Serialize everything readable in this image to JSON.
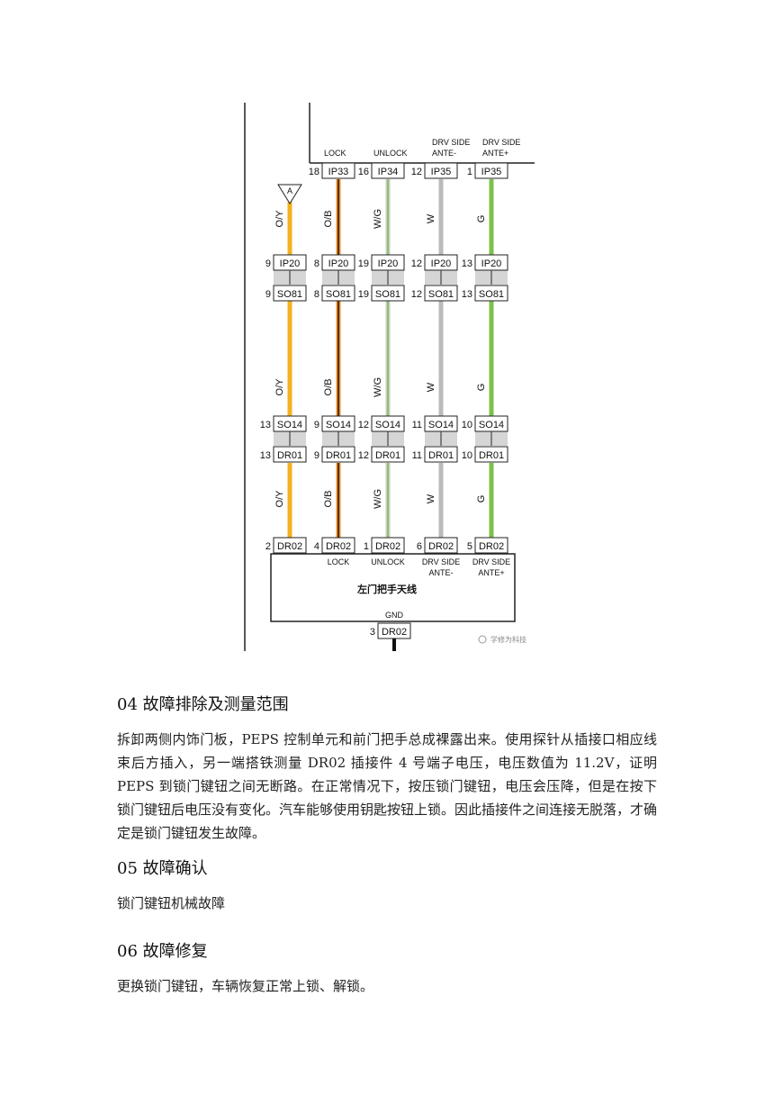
{
  "diagram": {
    "top_labels": [
      {
        "line1": "",
        "line2": "LOCK"
      },
      {
        "line1": "",
        "line2": "UNLOCK"
      },
      {
        "line1": "DRV SIDE",
        "line2": "ANTE-"
      },
      {
        "line1": "DRV SIDE",
        "line2": "ANTE+"
      }
    ],
    "top_connectors": [
      {
        "pin": "18",
        "name": "IP33"
      },
      {
        "pin": "16",
        "name": "IP34"
      },
      {
        "pin": "12",
        "name": "IP35"
      },
      {
        "pin": "1",
        "name": "IP35"
      }
    ],
    "ref_marker": "A",
    "wires": [
      {
        "code": "O/Y",
        "color": "#f5b21f",
        "stripe": "#f5b21f"
      },
      {
        "code": "O/B",
        "color": "#f08c1e",
        "stripe": "#222222"
      },
      {
        "code": "W/G",
        "color": "#cccccc",
        "stripe": "#7cc24a"
      },
      {
        "code": "W",
        "color": "#bbbbbb",
        "stripe": "#bbbbbb"
      },
      {
        "code": "G",
        "color": "#7cc24a",
        "stripe": "#7cc24a"
      }
    ],
    "row_ip20": [
      {
        "pin": "9",
        "name": "IP20"
      },
      {
        "pin": "8",
        "name": "IP20"
      },
      {
        "pin": "19",
        "name": "IP20"
      },
      {
        "pin": "12",
        "name": "IP20"
      },
      {
        "pin": "13",
        "name": "IP20"
      }
    ],
    "row_so81": [
      {
        "pin": "9",
        "name": "SO81"
      },
      {
        "pin": "8",
        "name": "SO81"
      },
      {
        "pin": "19",
        "name": "SO81"
      },
      {
        "pin": "12",
        "name": "SO81"
      },
      {
        "pin": "13",
        "name": "SO81"
      }
    ],
    "row_so14": [
      {
        "pin": "13",
        "name": "SO14"
      },
      {
        "pin": "9",
        "name": "SO14"
      },
      {
        "pin": "12",
        "name": "SO14"
      },
      {
        "pin": "11",
        "name": "SO14"
      },
      {
        "pin": "10",
        "name": "SO14"
      }
    ],
    "row_dr01": [
      {
        "pin": "13",
        "name": "DR01"
      },
      {
        "pin": "9",
        "name": "DR01"
      },
      {
        "pin": "12",
        "name": "DR01"
      },
      {
        "pin": "11",
        "name": "DR01"
      },
      {
        "pin": "10",
        "name": "DR01"
      }
    ],
    "row_dr02": [
      {
        "pin": "2",
        "name": "DR02"
      },
      {
        "pin": "4",
        "name": "DR02"
      },
      {
        "pin": "1",
        "name": "DR02"
      },
      {
        "pin": "6",
        "name": "DR02"
      },
      {
        "pin": "5",
        "name": "DR02"
      }
    ],
    "module_pin_labels": [
      {
        "line1": "",
        "line2": ""
      },
      {
        "line1": "LOCK",
        "line2": ""
      },
      {
        "line1": "UNLOCK",
        "line2": ""
      },
      {
        "line1": "DRV SIDE",
        "line2": "ANTE-"
      },
      {
        "line1": "DRV SIDE",
        "line2": "ANTE+"
      }
    ],
    "module_name": "左门把手天线",
    "gnd_label": "GND",
    "gnd_connector": {
      "pin": "3",
      "name": "DR02"
    },
    "watermark": "学修为科技"
  },
  "sections": [
    {
      "heading": "04 故障排除及测量范围",
      "body": "拆卸两侧内饰门板，PEPS 控制单元和前门把手总成裸露出来。使用探针从插接口相应线束后方插入，另一端搭铁测量 DR02 插接件 4 号端子电压，电压数值为 11.2V，证明 PEPS 到锁门键钮之间无断路。在正常情况下，按压锁门键钮，电压会压降，但是在按下锁门键钮后电压没有变化。汽车能够使用钥匙按钮上锁。因此插接件之间连接无脱落，才确定是锁门键钮发生故障。"
    },
    {
      "heading": "05 故障确认",
      "body": "锁门键钮机械故障"
    },
    {
      "heading": "06 故障修复",
      "body": "更换锁门键钮，车辆恢复正常上锁、解锁。"
    }
  ]
}
